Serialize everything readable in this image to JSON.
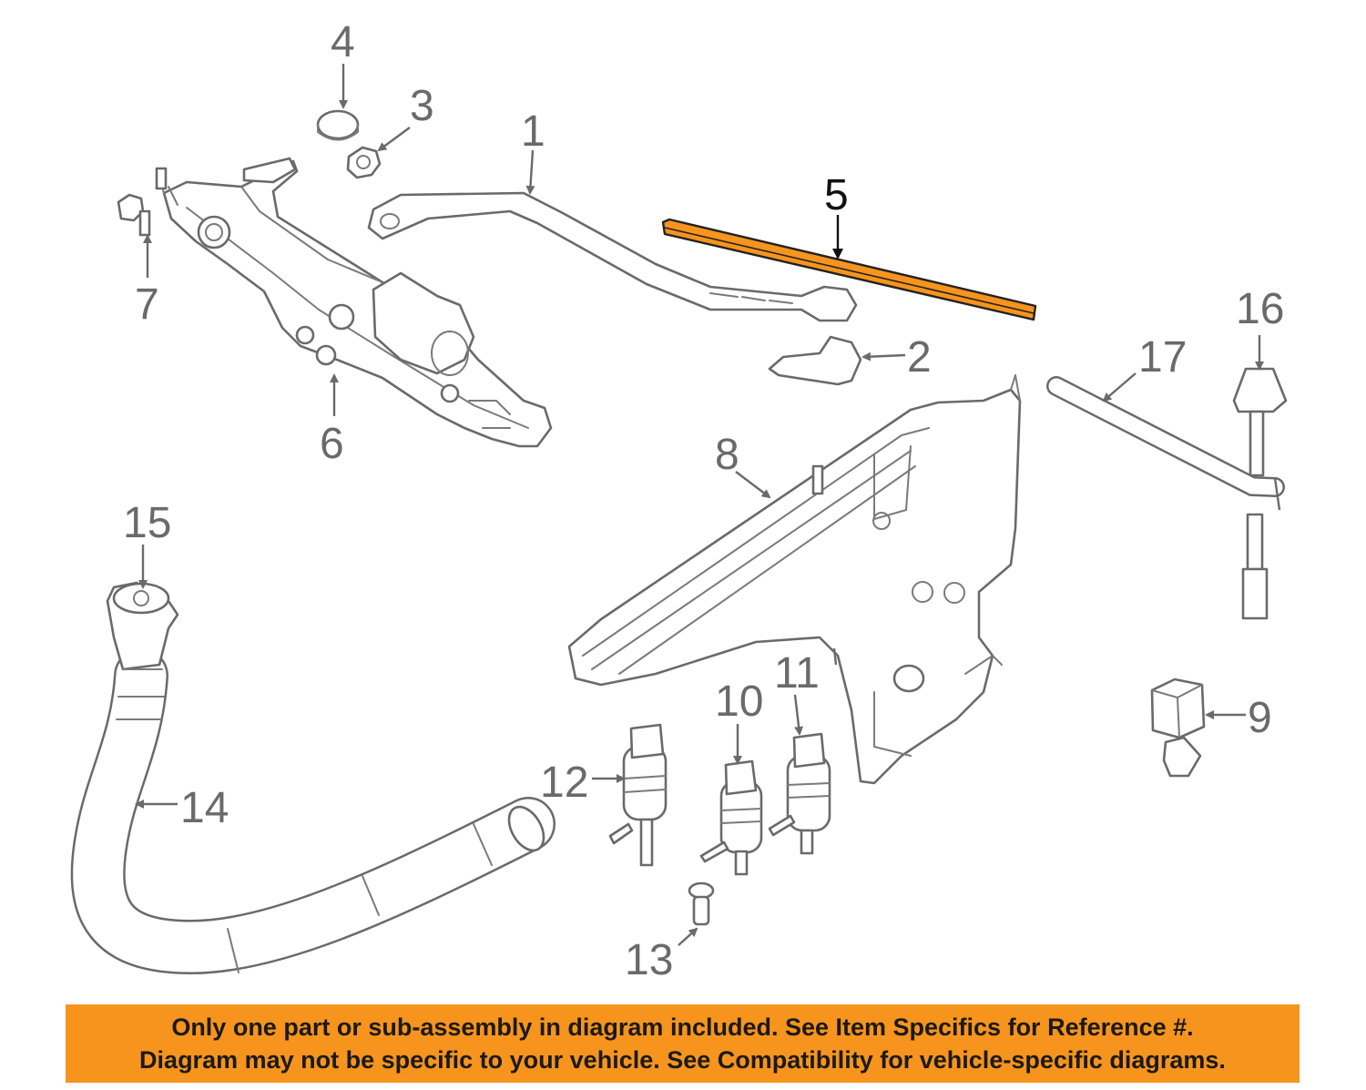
{
  "diagram": {
    "highlight_color": "#f7941d",
    "highlighted_part": "5",
    "callouts": [
      {
        "id": "c1",
        "label": "1"
      },
      {
        "id": "c2",
        "label": "2"
      },
      {
        "id": "c3",
        "label": "3"
      },
      {
        "id": "c4",
        "label": "4"
      },
      {
        "id": "c5",
        "label": "5"
      },
      {
        "id": "c6",
        "label": "6"
      },
      {
        "id": "c7",
        "label": "7"
      },
      {
        "id": "c8",
        "label": "8"
      },
      {
        "id": "c9",
        "label": "9"
      },
      {
        "id": "c10",
        "label": "10"
      },
      {
        "id": "c11",
        "label": "11"
      },
      {
        "id": "c12",
        "label": "12"
      },
      {
        "id": "c13",
        "label": "13"
      },
      {
        "id": "c14",
        "label": "14"
      },
      {
        "id": "c15",
        "label": "15"
      },
      {
        "id": "c16",
        "label": "16"
      },
      {
        "id": "c17",
        "label": "17"
      }
    ]
  },
  "banner": {
    "background": "#f7941d",
    "line1": "Only one part or sub-assembly in diagram included. See Item Specifics for Reference #.",
    "line2": "Diagram may not be specific to your vehicle. See Compatibility for vehicle-specific diagrams."
  }
}
